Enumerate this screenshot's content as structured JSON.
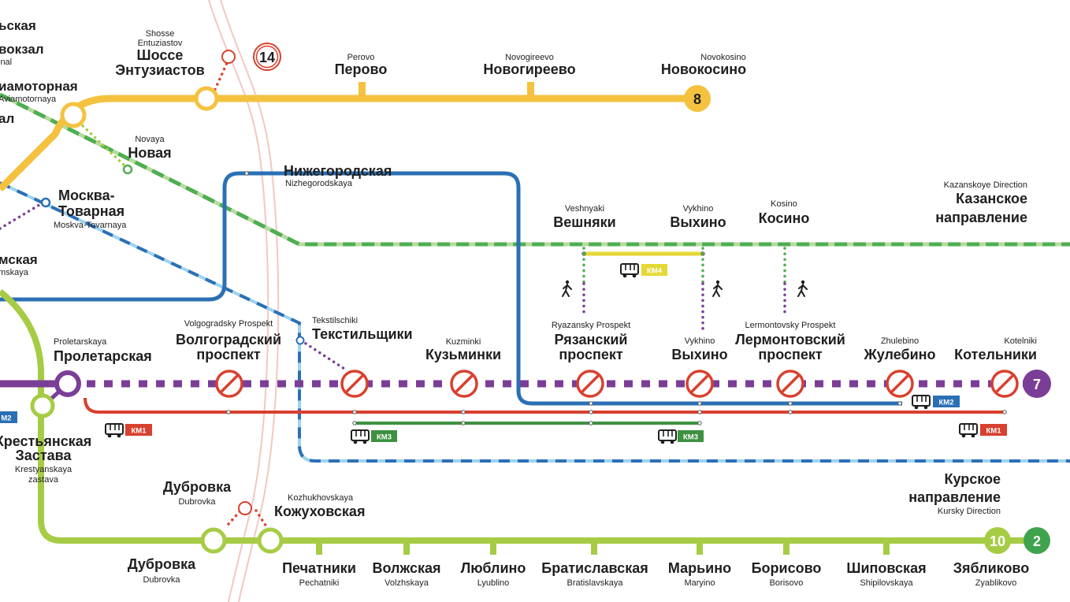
{
  "colors": {
    "line8": "#f5c240",
    "line7": "#7b3e97",
    "line10": "#a6cc45",
    "line2": "#3fa34d",
    "line14": "#d9402e",
    "nekrasovka": "#2b70b5",
    "kazansky": "#4fae52",
    "kursky": "#2b70b5",
    "km1": "#d9402e",
    "km2": "#2b70b5",
    "km3": "#3d9140",
    "km4": "#e4d935"
  },
  "lines": {
    "l8": "8",
    "l7": "7",
    "l10": "10",
    "l2": "2",
    "l14": "14"
  },
  "stations": {
    "top_left_1": {
      "ru": "ьская"
    },
    "top_left_2": {
      "ru": "вокзал",
      "en": "inal"
    },
    "aviamotornaya": {
      "ru": "иамоторная",
      "en": "Aviamotornaya"
    },
    "top_left_3": {
      "ru": "ал"
    },
    "shosse": {
      "ru1": "Шоссе",
      "ru2": "Энтузиастов",
      "en1": "Shosse",
      "en2": "Entuziastov"
    },
    "perovo": {
      "ru": "Перово",
      "en": "Perovo"
    },
    "novogireevo": {
      "ru": "Новогиреево",
      "en": "Novogireevo"
    },
    "novokosino": {
      "ru": "Новокосино",
      "en": "Novokosino"
    },
    "novaya": {
      "ru": "Новая",
      "en": "Novaya"
    },
    "nizhegorodskaya": {
      "ru": "Нижегородская",
      "en": "Nizhegorodskaya"
    },
    "moskva_tovarnaya": {
      "ru1": "Москва-",
      "ru2": "Товарная",
      "en": "Moskva-Tovarnaya"
    },
    "left_mskaya": {
      "ru": "мская",
      "en": "mskaya"
    },
    "veshnyaki": {
      "ru": "Вешняки",
      "en": "Veshnyaki"
    },
    "vykhino_top": {
      "ru": "Выхино",
      "en": "Vykhino"
    },
    "kosino": {
      "ru": "Косино",
      "en": "Kosino"
    },
    "kazanskoye": {
      "ru1": "Казанское",
      "ru2": "направление",
      "en": "Kazanskoye Direction"
    },
    "proletarskaya": {
      "ru": "Пролетарская",
      "en": "Proletarskaya"
    },
    "volgogradsky": {
      "ru1": "Волгоградский",
      "ru2": "проспект",
      "en": "Volgogradsky Prospekt"
    },
    "tekstilshchiki": {
      "ru": "Текстильщики",
      "en": "Tekstilschiki"
    },
    "kuzminki": {
      "ru": "Кузьминки",
      "en": "Kuzminki"
    },
    "ryazansky": {
      "ru1": "Рязанский",
      "ru2": "проспект",
      "en": "Ryazansky Prospekt"
    },
    "vykhino": {
      "ru": "Выхино",
      "en": "Vykhino"
    },
    "lermontovsky": {
      "ru1": "Лермонтовский",
      "ru2": "проспект",
      "en": "Lermontovsky Prospekt"
    },
    "zhulebino": {
      "ru": "Жулебино",
      "en": "Zhulebino"
    },
    "kotelniki": {
      "ru": "Котельники",
      "en": "Kotelniki"
    },
    "krestyanskaya": {
      "ru1": "Крестьянская",
      "ru2": "Застава",
      "en1": "Krestyanskaya",
      "en2": "zastava"
    },
    "kursky": {
      "ru1": "Курское",
      "ru2": "направление",
      "en": "Kursky Direction"
    },
    "dubrovka_d2": {
      "ru": "Дубровка",
      "en": "Dubrovka"
    },
    "kozhukhovskaya": {
      "ru": "Кожуховская",
      "en": "Kozhukhovskaya"
    },
    "dubrovka": {
      "ru": "Дубровка",
      "en": "Dubrovka"
    },
    "pechatniki": {
      "ru": "Печатники",
      "en": "Pechatniki"
    },
    "volzhskaya": {
      "ru": "Волжская",
      "en": "Volzhskaya"
    },
    "lyublino": {
      "ru": "Люблино",
      "en": "Lyublino"
    },
    "bratislavskaya": {
      "ru": "Братиславская",
      "en": "Bratislavskaya"
    },
    "maryino": {
      "ru": "Марьино",
      "en": "Maryino"
    },
    "borisovo": {
      "ru": "Борисово",
      "en": "Borisovo"
    },
    "shipilovskaya": {
      "ru": "Шиповская",
      "en": "Shipilovskaya"
    },
    "zyablikovo": {
      "ru": "Зябликово",
      "en": "Zyablikovo"
    }
  },
  "bus_routes": {
    "km1": "КМ1",
    "km2": "КМ2",
    "km3": "КМ3",
    "km4": "КМ4"
  },
  "icons": {
    "closed_station": "no-entry-icon",
    "bus": "bus-icon",
    "walk": "pedestrian-icon"
  }
}
